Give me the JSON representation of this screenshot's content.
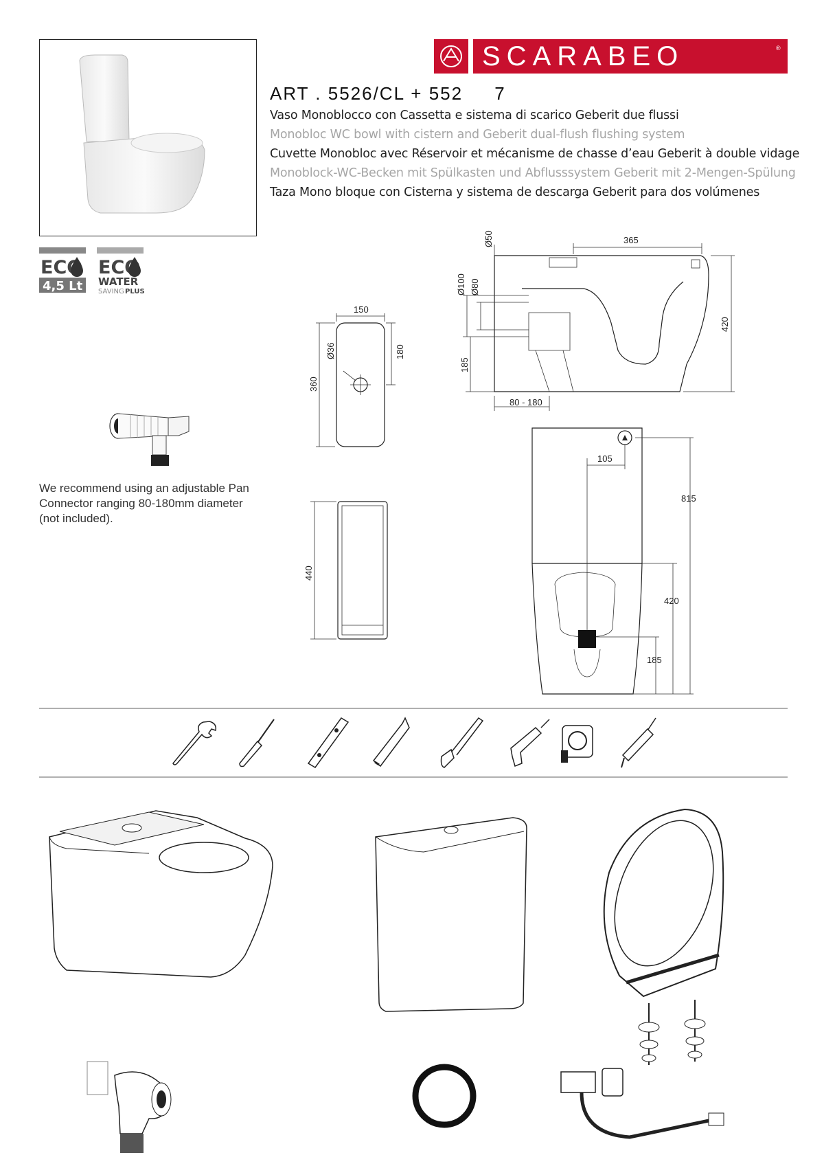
{
  "brand": {
    "name": "SCARABEO",
    "registered": "®"
  },
  "article": {
    "code": "ART . 5526/CL + 552     7"
  },
  "descriptions": [
    {
      "lang": "it",
      "text": "Vaso Monoblocco con Cassetta e sistema di scarico Geberit due flussi",
      "style": "dark"
    },
    {
      "lang": "en",
      "text": "Monobloc WC bowl with cistern and Geberit dual-flush flushing system",
      "style": "light"
    },
    {
      "lang": "fr",
      "text": "Cuvette Monobloc avec Réservoir et mécanisme de chasse d’eau Geberit à double vidage",
      "style": "dark"
    },
    {
      "lang": "de",
      "text": "Monoblock-WC-Becken mit Spülkasten und Abflusssystem Geberit mit 2-Mengen-Spülung",
      "style": "light"
    },
    {
      "lang": "es",
      "text": "Taza Mono bloque con Cisterna y sistema de descarga Geberit para dos volúmenes",
      "style": "dark"
    }
  ],
  "badges": {
    "eco_label": "ECO",
    "eco_volume": "4,5 Lt",
    "eco_water_top": "ECO",
    "eco_water": "WATER",
    "saving": "SAVING",
    "plus": "PLUS"
  },
  "note": "We recommend using an adjustable Pan Connector ranging 80-180mm diameter (not included).",
  "dimensions": {
    "cistern_top": {
      "width": "150",
      "depth": "360",
      "hole_offset": "180",
      "hole_diameter": "Ø36"
    },
    "cistern_side": {
      "height": "440"
    },
    "side_view": {
      "d50": "Ø50",
      "d100": "Ø100",
      "d80": "Ø80",
      "length": "365",
      "height": "420",
      "outlet_height": "185",
      "range": "80 - 180"
    },
    "front_view": {
      "offset": "105",
      "total_height": "815",
      "mid_height": "420",
      "outlet_height": "185"
    }
  },
  "tools": [
    "wrench-icon",
    "screwdriver-icon",
    "level-icon",
    "pencil-icon",
    "hacksaw-icon",
    "drill-icon",
    "tape-measure-icon",
    "silicone-gun-icon"
  ]
}
